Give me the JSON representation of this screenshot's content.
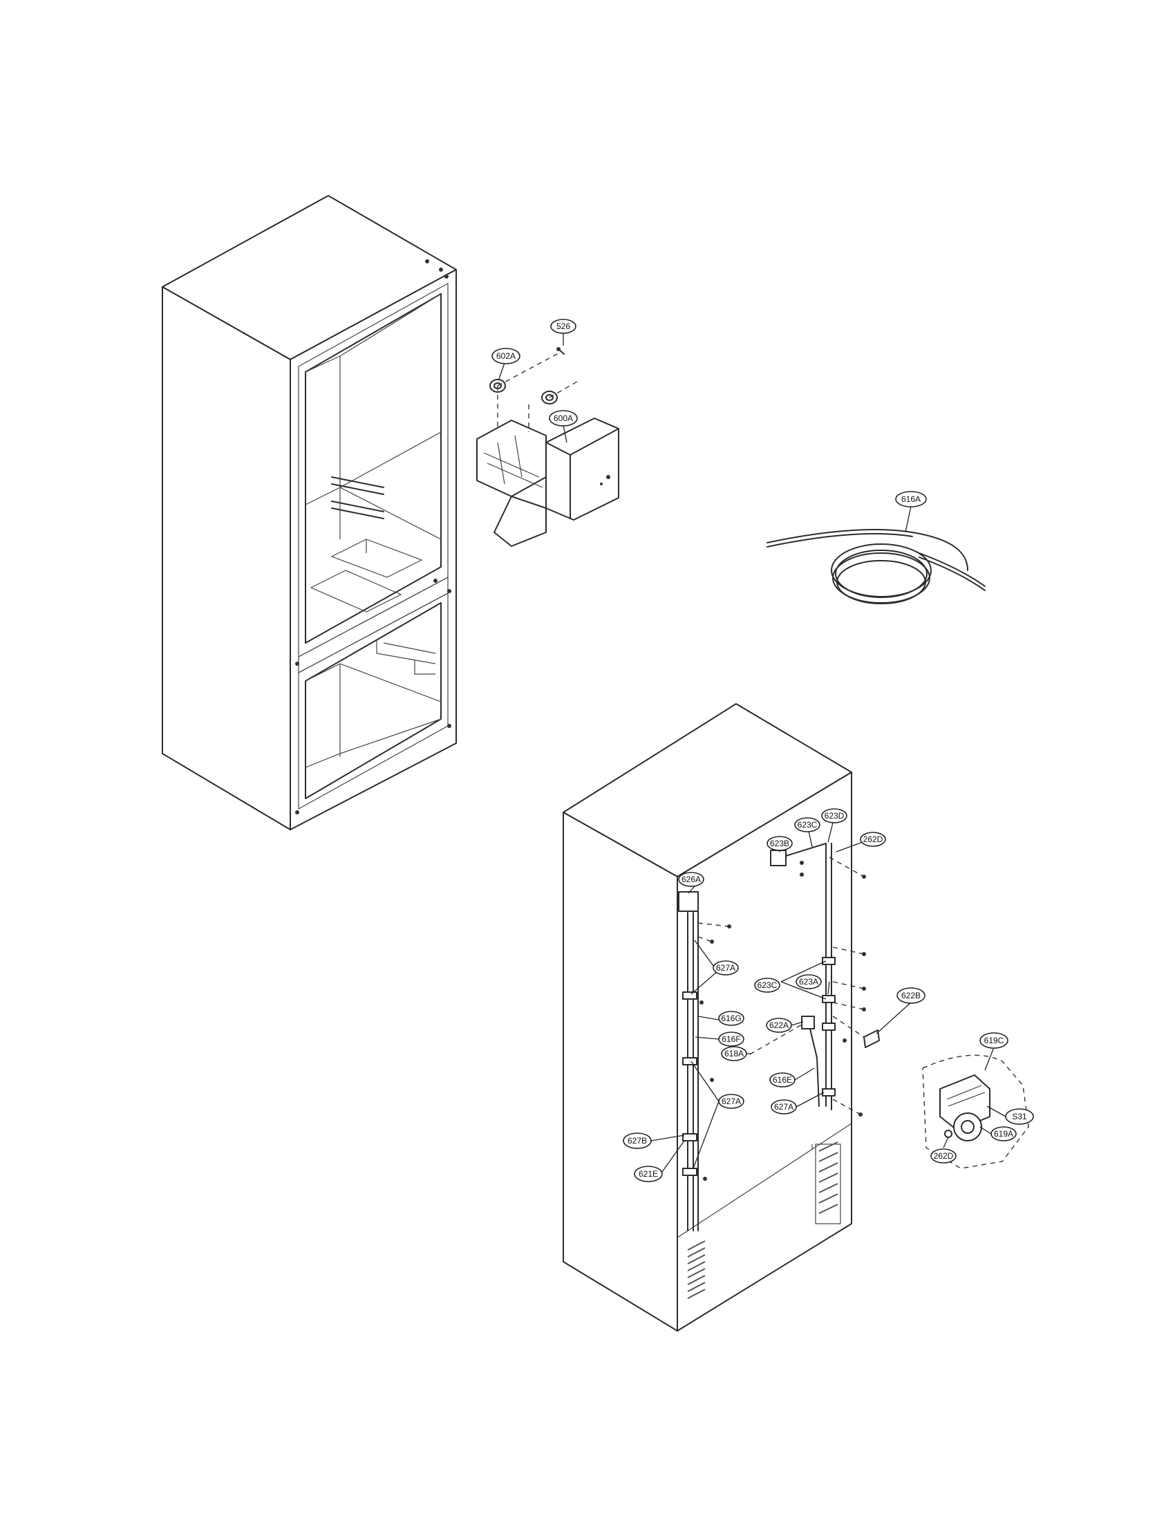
{
  "callouts": [
    {
      "id": "c-526",
      "label": "526"
    },
    {
      "id": "c-602a",
      "label": "602A"
    },
    {
      "id": "c-600a",
      "label": "600A"
    },
    {
      "id": "c-616a",
      "label": "616A"
    },
    {
      "id": "c-623b-top",
      "label": "623B"
    },
    {
      "id": "c-623c-top",
      "label": "623C"
    },
    {
      "id": "c-623d",
      "label": "623D"
    },
    {
      "id": "c-262d-top",
      "label": "262D"
    },
    {
      "id": "c-626a",
      "label": "626A"
    },
    {
      "id": "c-627a-1",
      "label": "627A"
    },
    {
      "id": "c-623c-mid",
      "label": "623C"
    },
    {
      "id": "c-623a",
      "label": "623A"
    },
    {
      "id": "c-622b",
      "label": "622B"
    },
    {
      "id": "c-616g",
      "label": "616G"
    },
    {
      "id": "c-616f",
      "label": "616F"
    },
    {
      "id": "c-622a",
      "label": "622A"
    },
    {
      "id": "c-618a",
      "label": "618A"
    },
    {
      "id": "c-616e",
      "label": "616E"
    },
    {
      "id": "c-627a-2",
      "label": "627A"
    },
    {
      "id": "c-627a-3",
      "label": "627A"
    },
    {
      "id": "c-627b",
      "label": "627B"
    },
    {
      "id": "c-621e",
      "label": "621E"
    },
    {
      "id": "c-619c",
      "label": "619C"
    },
    {
      "id": "c-531",
      "label": "S31"
    },
    {
      "id": "c-619a",
      "label": "619A"
    },
    {
      "id": "c-262d-bot",
      "label": "262D"
    }
  ]
}
